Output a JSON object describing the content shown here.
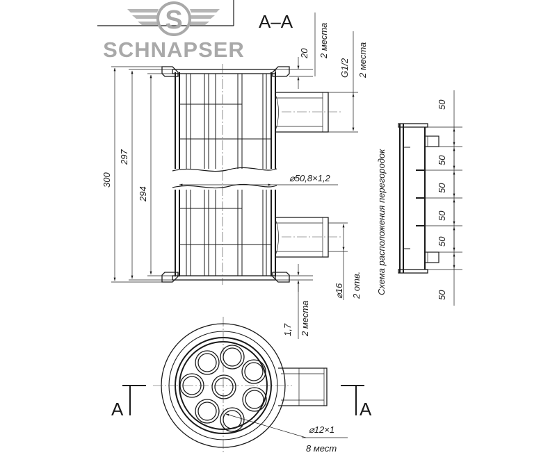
{
  "logo": {
    "letter": "S",
    "brand": "SCHNAPSER"
  },
  "section_title": "А–А",
  "section_marks": {
    "left": "А",
    "right": "А"
  },
  "dimensions": {
    "d300": "300",
    "d297": "297",
    "d294": "294",
    "d20": "20",
    "d20_note": "2 места",
    "g12": "G1/2",
    "g12_note": "2 места",
    "tube": "⌀50,8×1,2",
    "d16": "⌀16",
    "d16_note": "2 отв.",
    "d17": "1,7",
    "d17_note": "2 места",
    "tube_small": "⌀12×1",
    "tube_small_note": "8 мест"
  },
  "baffle_scheme": {
    "title": "Схема расположения перегородок",
    "spacings": [
      "50",
      "50",
      "50",
      "50",
      "50",
      "50"
    ]
  }
}
